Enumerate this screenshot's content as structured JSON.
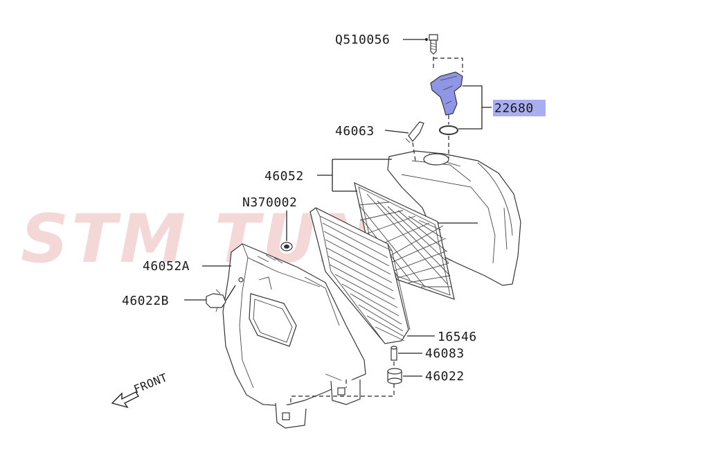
{
  "watermark": "STM TUNED",
  "labels": {
    "q510056": "Q510056",
    "p22680": "22680",
    "p46063": "46063",
    "p46052": "46052",
    "n370002": "N370002",
    "p46052a": "46052A",
    "p46022b": "46022B",
    "p16546": "16546",
    "p46083": "46083",
    "p46022": "46022",
    "front": "FRONT"
  },
  "colors": {
    "highlight": "#a9aef0",
    "sensor": "#8f96e6",
    "watermark": "#f3d4d4"
  }
}
